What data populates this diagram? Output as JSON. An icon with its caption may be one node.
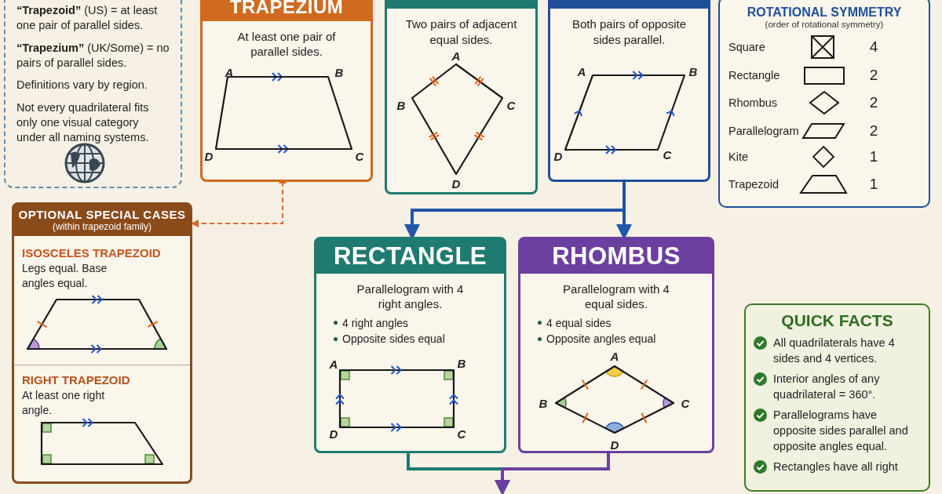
{
  "diagram": {
    "nodes": [
      {
        "text": [
          "**“Trapezoid”** (US) = at least one pair of parallel sides.",
          "**“Trapezium”** (UK/Some) = no pairs of parallel sides.",
          "Definitions vary by region.",
          "Not every quadrilateral fits only one visual category under all naming systems."
        ]
      },
      {
        "text": [
          "TRAPEZIUM",
          "At least one pair of parallel sides."
        ]
      },
      {
        "text": [
          "Two pairs of adjacent equal sides."
        ]
      },
      {
        "text": [
          "Both pairs of opposite sides parallel."
        ]
      },
      {
        "text": [
          "ROTATIONAL SYMMETRY",
          "(order of rotational symmetry)"
        ]
      },
      {
        "text": [
          "OPTIONAL SPECIAL CASES",
          "(within trapezoid family)"
        ]
      },
      {
        "text": [
          "ISOSCELES TRAPEZOID",
          "Legs equal. Base angles equal."
        ],
        "in": 5
      },
      {
        "text": [
          "RIGHT TRAPEZOID",
          "At least one right angle."
        ],
        "in": 5
      },
      {
        "text": [
          "RECTANGLE",
          "Parallelogram with 4 right angles.",
          "4 right angles",
          "Opposite sides equal"
        ]
      },
      {
        "text": [
          "RHOMBUS",
          "Parallelogram with 4 equal sides.",
          "4 equal sides",
          "Opposite angles equal"
        ]
      },
      {
        "text": [
          "QUICK FACTS",
          "All quadrilaterals have 4 sides and 4 vertices.",
          "Interior angles of any quadrilateral = 360°.",
          "Parallelograms have opposite sides parallel and opposite angles equal.",
          "Rectangles have all right"
        ]
      }
    ],
    "edges": [
      {
        "from": 3,
        "to": 8,
        "arrow": "to",
        "color": "#1f56a8"
      },
      {
        "from": 3,
        "to": 9,
        "arrow": "to",
        "color": "#1f56a8"
      },
      {
        "from": 1,
        "to": 5,
        "arrow": "both",
        "style": "dashed",
        "color": "#e0672a"
      },
      {
        "from": 8,
        "to": null,
        "arrow": "to",
        "color": "#1f7a70"
      },
      {
        "from": 9,
        "to": null,
        "arrow": "to",
        "color": "#6b3fa0"
      }
    ],
    "labels": [
      "A",
      "B",
      "D",
      "C",
      "A",
      "B",
      "C",
      "D",
      "A",
      "B",
      "D",
      "C",
      "Square",
      "4",
      "Rectangle",
      "2",
      "Rhombus",
      "2",
      "Parallelogram",
      "2",
      "Kite",
      "1",
      "Trapezoid",
      "1",
      "A",
      "B",
      "D",
      "C",
      "A",
      "B",
      "C",
      "D"
    ]
  }
}
